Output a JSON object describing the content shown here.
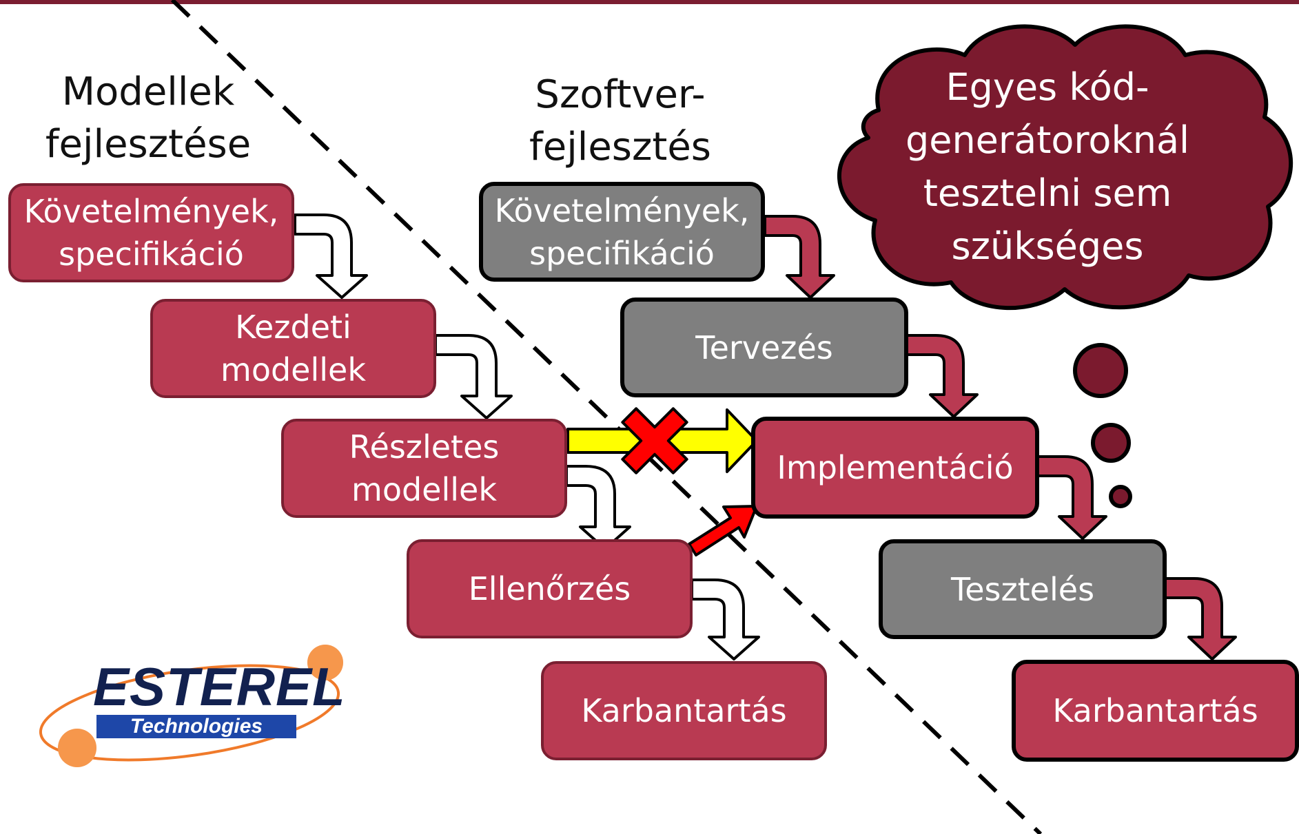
{
  "headings": {
    "models": "Modellek\nfejlesztése",
    "software": "Szoftver-\nfejlesztés"
  },
  "model_steps": [
    "Követelmények,\nspecifikáció",
    "Kezdeti\nmodellek",
    "Részletes\nmodellek",
    "Ellenőrzés",
    "Karbantartás"
  ],
  "software_steps": [
    "Követelmények,\nspecifikáció",
    "Tervezés",
    "Implementáció",
    "Tesztelés",
    "Karbantartás"
  ],
  "thought_cloud": "Egyes kód-\ngenerátoroknál\ntesztelni sem\nszükséges",
  "logo": {
    "word": "ESTEREL",
    "sub": "Technologies"
  },
  "colors": {
    "model_box": "#b93a52",
    "gray_box": "#7f7f7f",
    "cloud": "#7b1a2e",
    "manual_arrow": "#ffff00",
    "cross": "#ff0000",
    "codegen_arrow": "#ff0000"
  }
}
